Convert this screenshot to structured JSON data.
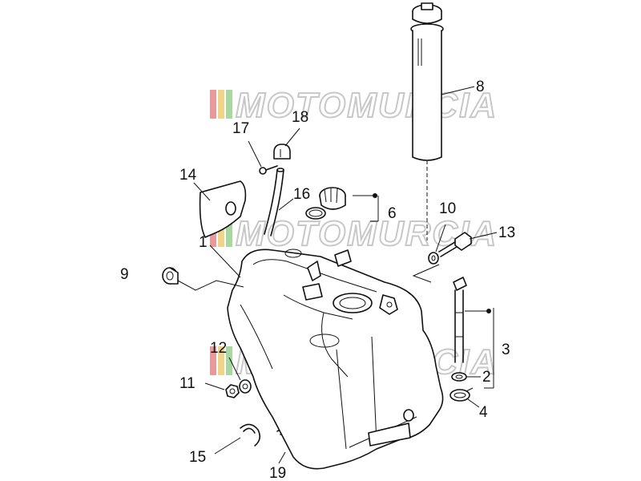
{
  "watermark": {
    "text": "MOTOMURCIA",
    "stripe_colors": [
      "#e89a9a",
      "#f0d48a",
      "#a8d8a0"
    ]
  },
  "callouts": {
    "c1": "1",
    "c2": "2",
    "c3": "3",
    "c4": "4",
    "c6": "6",
    "c8": "8",
    "c9": "9",
    "c10": "10",
    "c11": "11",
    "c12": "12",
    "c13": "13",
    "c14": "14",
    "c15": "15",
    "c16": "16",
    "c17": "17",
    "c18": "18",
    "c19": "19"
  }
}
